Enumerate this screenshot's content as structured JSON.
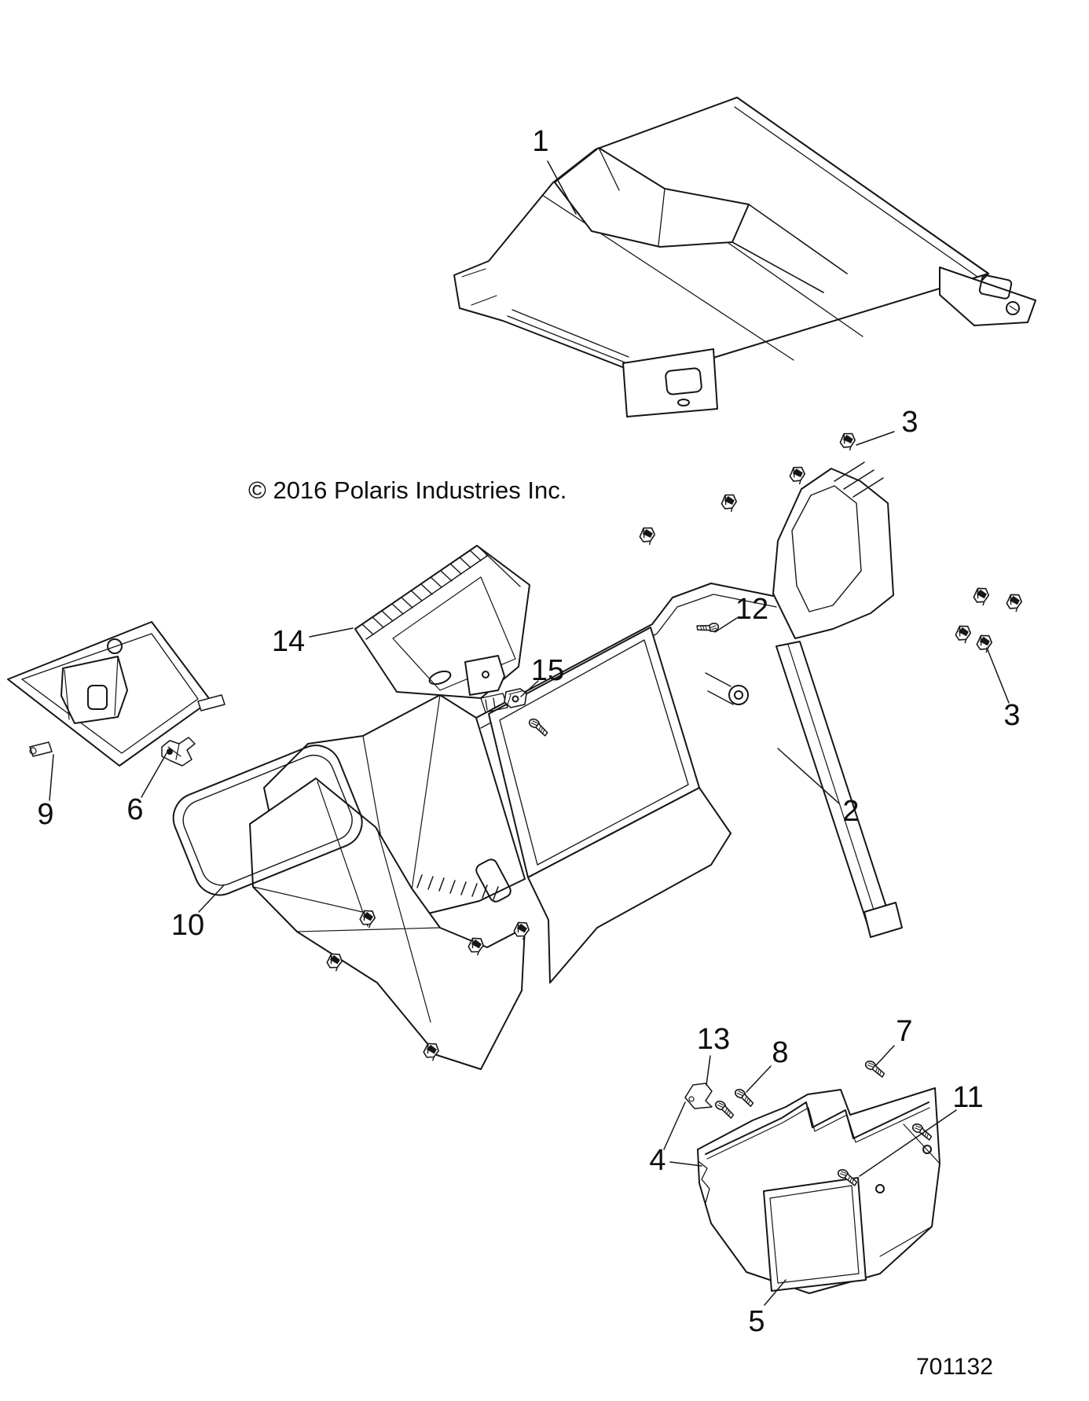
{
  "diagram": {
    "copyright": "© 2016 Polaris Industries Inc.",
    "drawing_number": "701132",
    "callouts": [
      {
        "id": "1",
        "label": "1"
      },
      {
        "id": "3-upper",
        "label": "3"
      },
      {
        "id": "12",
        "label": "12"
      },
      {
        "id": "3-right",
        "label": "3"
      },
      {
        "id": "14",
        "label": "14"
      },
      {
        "id": "15",
        "label": "15"
      },
      {
        "id": "2",
        "label": "2"
      },
      {
        "id": "9",
        "label": "9"
      },
      {
        "id": "6",
        "label": "6"
      },
      {
        "id": "10",
        "label": "10"
      },
      {
        "id": "13",
        "label": "13"
      },
      {
        "id": "8",
        "label": "8"
      },
      {
        "id": "7",
        "label": "7"
      },
      {
        "id": "11",
        "label": "11"
      },
      {
        "id": "4",
        "label": "4"
      },
      {
        "id": "5",
        "label": "5"
      }
    ]
  }
}
